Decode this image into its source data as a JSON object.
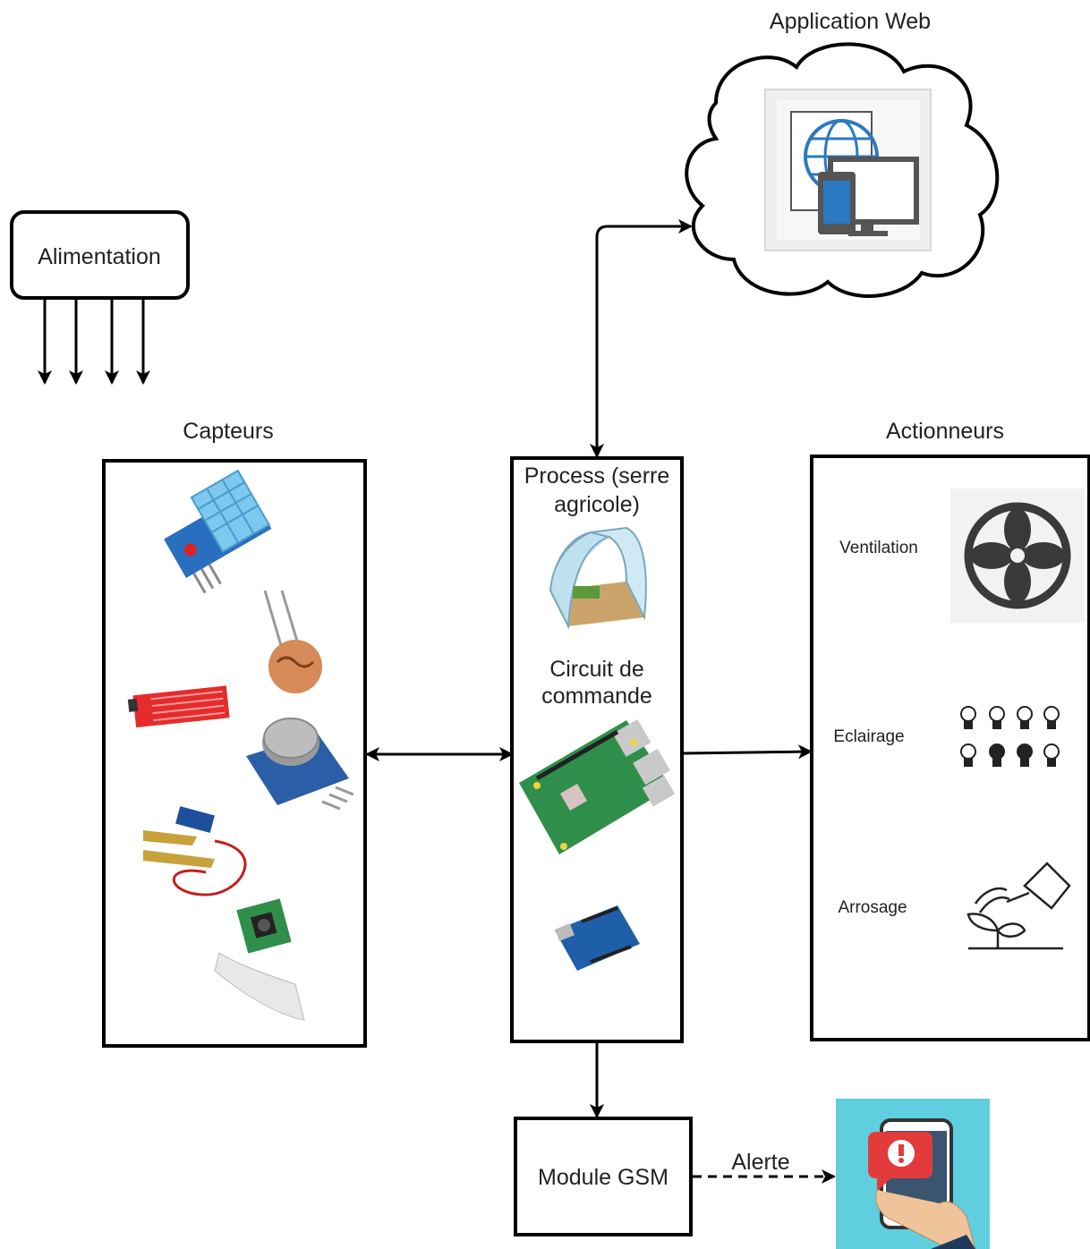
{
  "web_app": {
    "title": "Application Web"
  },
  "power": {
    "label": "Alimentation"
  },
  "sensors": {
    "title": "Capteurs"
  },
  "process": {
    "title_line1": "Process (serre",
    "title_line2": "agricole)",
    "control_line1": "Circuit de",
    "control_line2": "commande"
  },
  "actuators": {
    "title": "Actionneurs",
    "items": [
      {
        "label": "Ventilation"
      },
      {
        "label": "Eclairage"
      },
      {
        "label": "Arrosage"
      }
    ]
  },
  "gsm": {
    "label": "Module GSM",
    "alert_label": "Alerte"
  },
  "colors": {
    "stroke": "#000000",
    "cloud_fill": "#ffffff",
    "alert_bg": "#5fcfe0",
    "alert_red": "#e23b3b",
    "board_green": "#2f8f4a",
    "arduino_blue": "#1d5fa8",
    "sensor_blue": "#2a6fbf",
    "dht_blue": "#7cc8ef"
  },
  "icons": [
    "dht-sensor-icon",
    "ldr-sensor-icon",
    "water-sensor-icon",
    "gas-sensor-icon",
    "soil-moisture-sensor-icon",
    "camera-module-icon",
    "greenhouse-icon",
    "raspberry-pi-icon",
    "arduino-icon",
    "fan-icon",
    "light-bulbs-icon",
    "watering-can-icon",
    "phone-alert-icon",
    "web-devices-icon"
  ]
}
